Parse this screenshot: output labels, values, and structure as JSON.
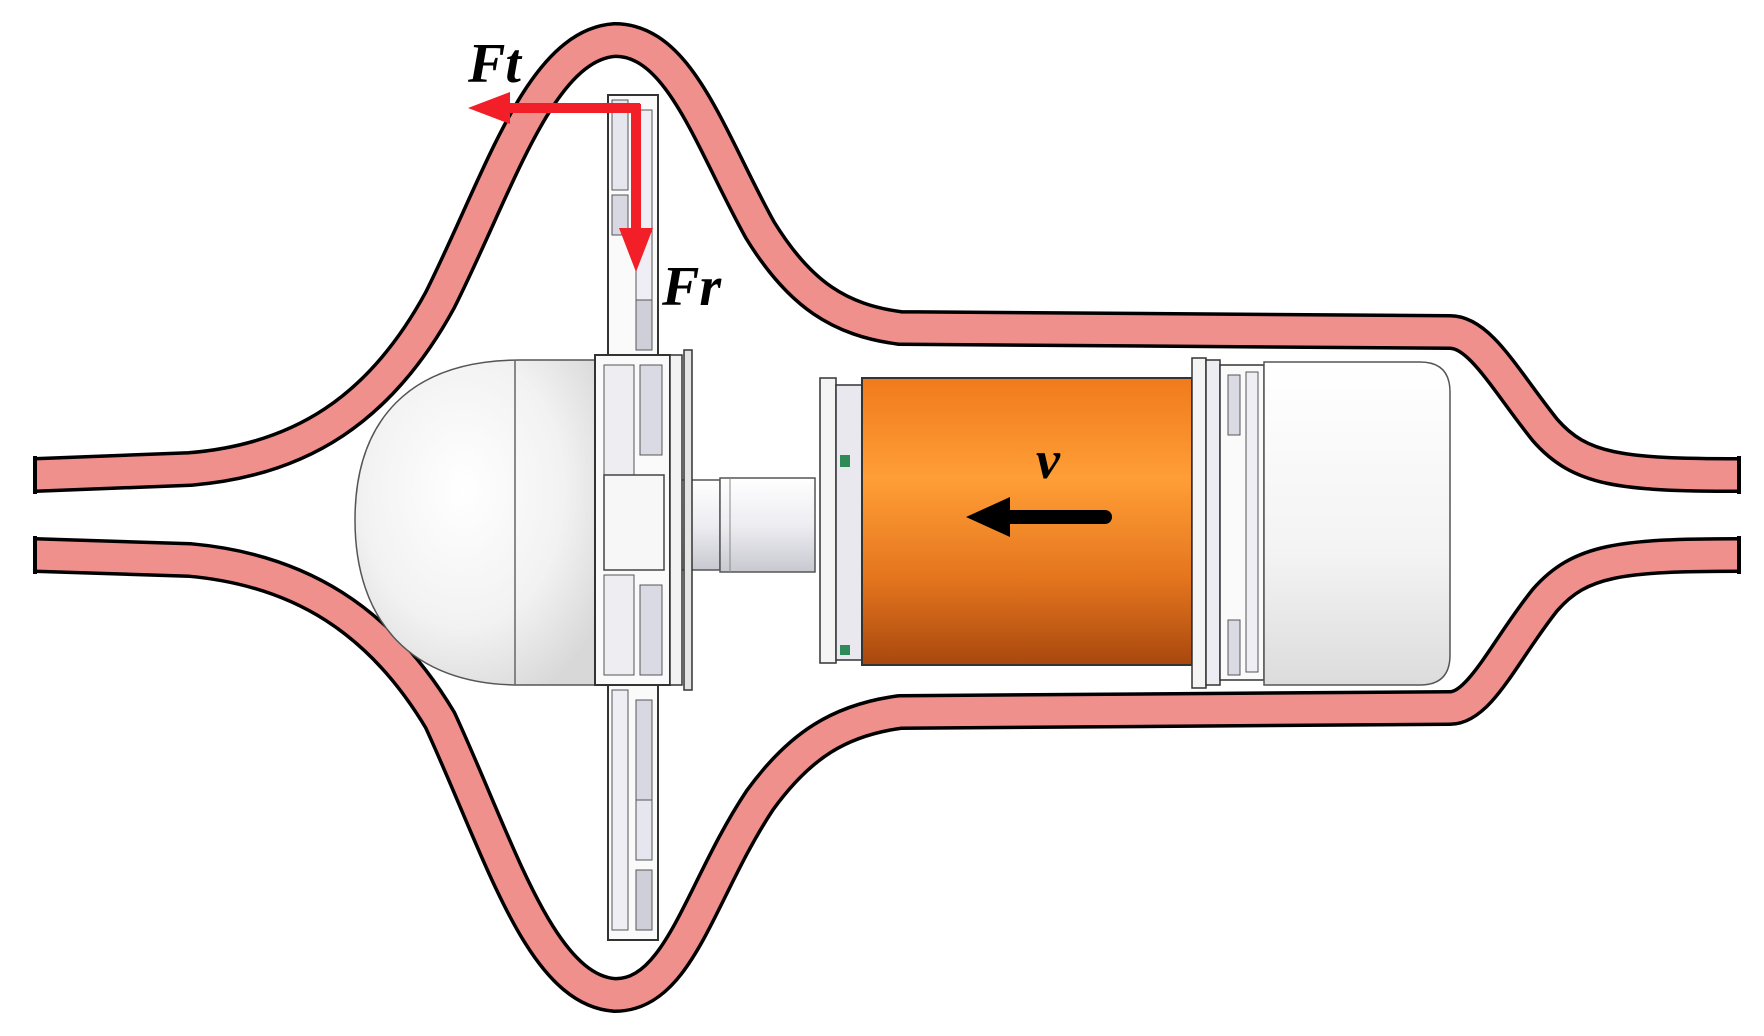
{
  "labels": {
    "tangential_force": "Ft",
    "radial_force": "Fr",
    "velocity": "v"
  },
  "colors": {
    "vessel_wall_fill": "#F0908C",
    "vessel_wall_outline": "#000000",
    "force_arrows": "#F21E28",
    "velocity_arrow": "#000000",
    "motor_body_light": "#FF9A30",
    "motor_body_dark": "#C45612",
    "capsule_shell": "#F4F4F4",
    "background": "#FFFFFF"
  },
  "icons": {
    "force_arrows": "arrow-icon",
    "velocity_arrow": "arrow-left-icon"
  }
}
